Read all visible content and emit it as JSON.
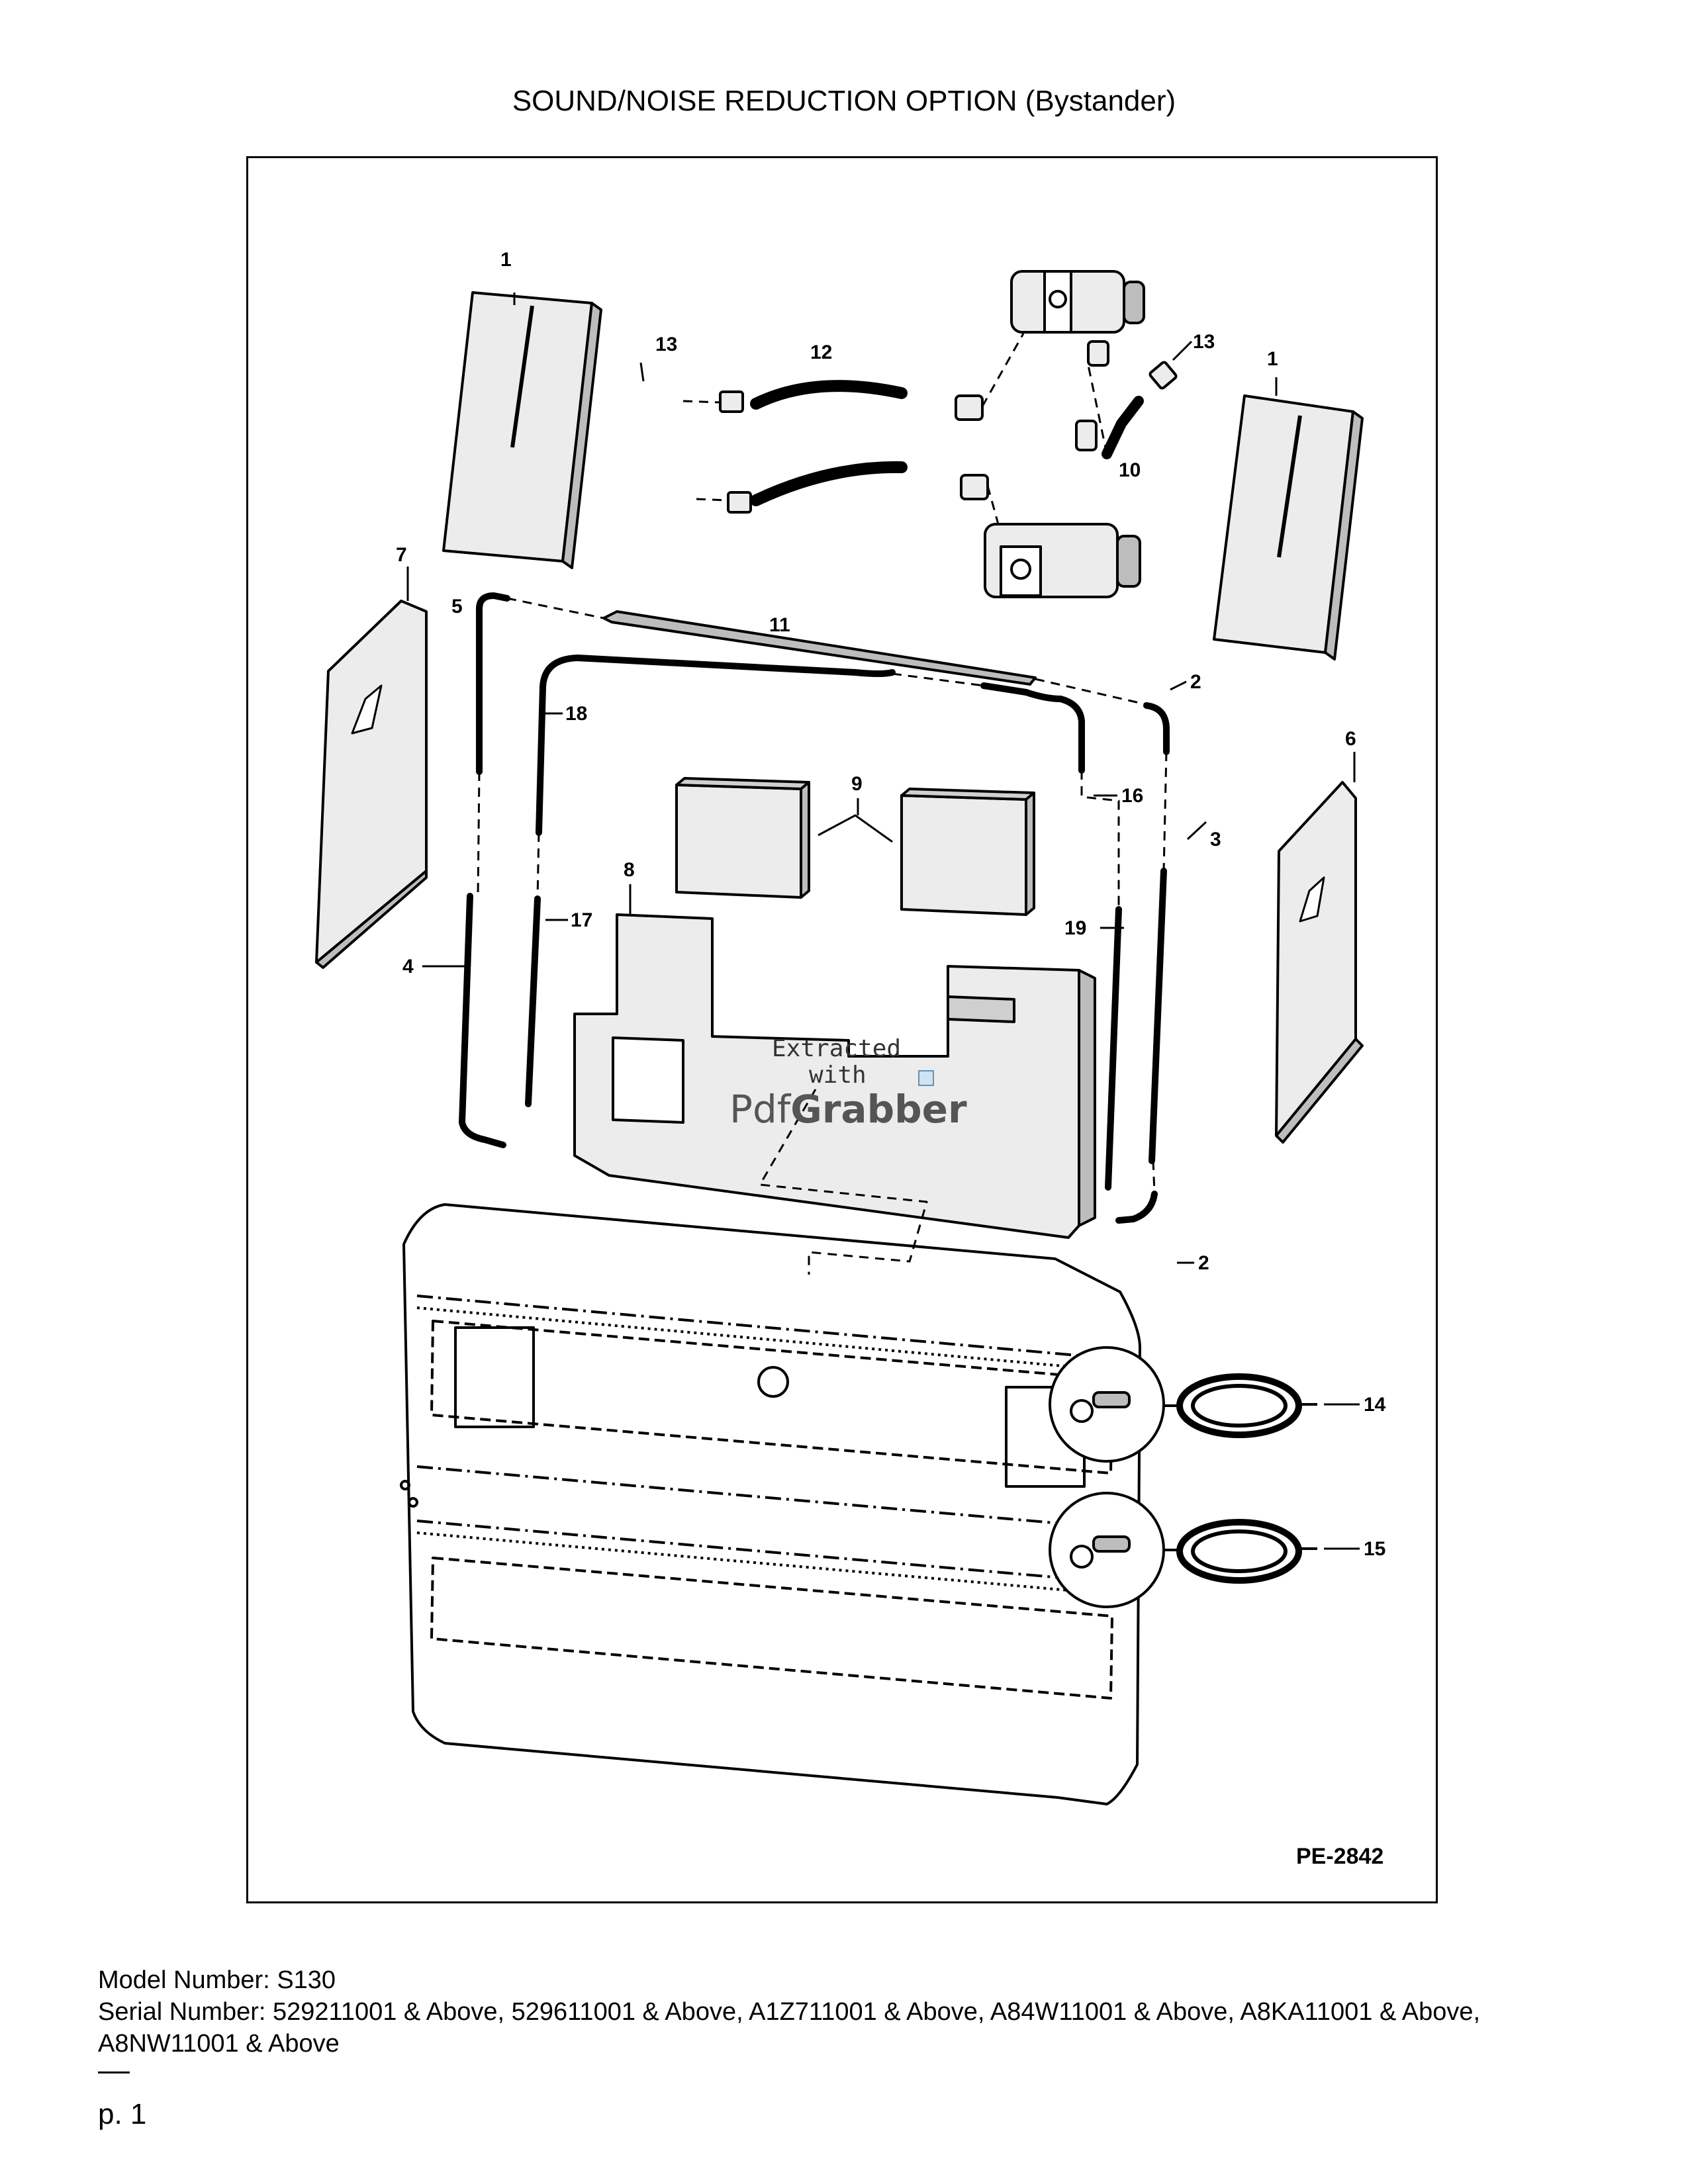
{
  "page": {
    "title": "SOUND/NOISE REDUCTION OPTION (Bystander)"
  },
  "diagram": {
    "figure_code": "PE-2842",
    "callouts": [
      "1",
      "1",
      "13",
      "12",
      "13",
      "10",
      "7",
      "5",
      "11",
      "2",
      "18",
      "6",
      "9",
      "16",
      "8",
      "3",
      "17",
      "19",
      "4",
      "2",
      "14",
      "15"
    ],
    "watermark": {
      "line1": "Extracted",
      "line2": "with",
      "brand_a": "Pdf",
      "brand_b": "Grabber"
    }
  },
  "footer": {
    "model": "Model Number: S130",
    "serial": "Serial Number: 529211001 & Above, 529611001 & Above, A1Z711001 & Above, A84W11001 & Above, A8KA11001 & Above, A8NW11001 & Above",
    "page": "p. 1"
  }
}
